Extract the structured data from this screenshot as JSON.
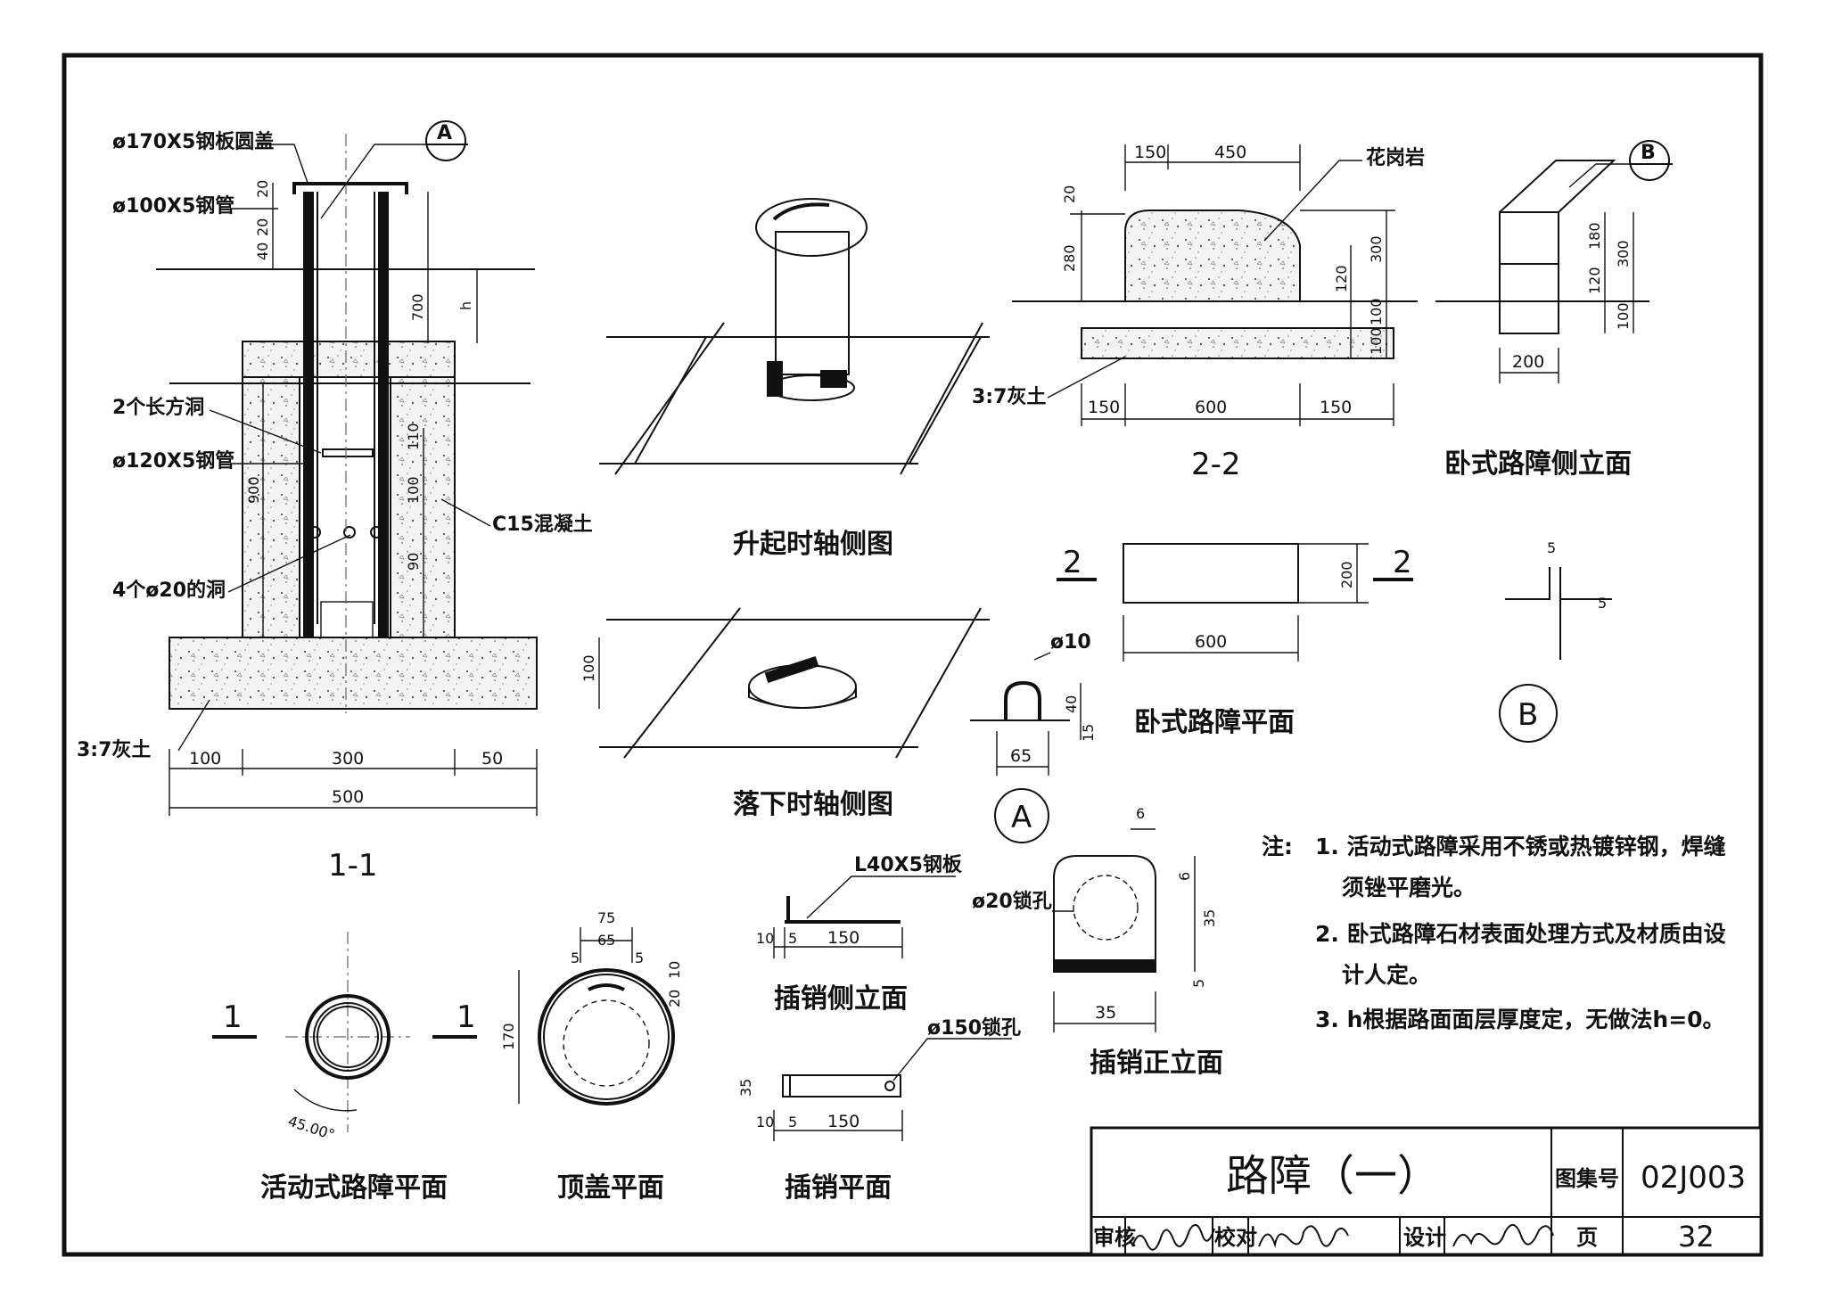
{
  "section_1_1": {
    "callouts": [
      "ø170X5钢板圆盖",
      "ø100X5钢管",
      "2个长方洞",
      "ø120X5钢管",
      "4个ø20的洞",
      "C15混凝土",
      "3:7灰土"
    ],
    "dims_vertical": [
      "20",
      "20",
      "40",
      "700",
      "h",
      "900",
      "110",
      "100",
      "90",
      "100"
    ],
    "dims_horizontal": [
      "100",
      "300",
      "50",
      "500"
    ],
    "detail_ref": "A",
    "caption": "1-1"
  },
  "iso_views": {
    "raised_caption": "升起时轴侧图",
    "lowered_caption": "落下时轴侧图"
  },
  "section_2_2": {
    "callouts": [
      "花岗岩",
      "3:7灰土"
    ],
    "dims_top": [
      "150",
      "450"
    ],
    "dims_left": [
      "20",
      "280"
    ],
    "dims_right": [
      "120",
      "300",
      "100",
      "100"
    ],
    "dims_bottom": [
      "150",
      "600",
      "150"
    ],
    "caption": "2-2"
  },
  "side_elevation": {
    "detail_ref": "B",
    "dims": [
      "180",
      "300",
      "120",
      "100"
    ],
    "width": "200",
    "caption": "卧式路障侧立面"
  },
  "plan_view": {
    "section_mark": "2",
    "depth": "200",
    "width": "600",
    "caption": "卧式路障平面"
  },
  "detail_a": {
    "label": "ø10",
    "dims_v": [
      "40",
      "15"
    ],
    "dim_h": "65",
    "ref": "A"
  },
  "detail_b": {
    "dims": [
      "5",
      "5"
    ],
    "ref": "B"
  },
  "active_plan": {
    "section_mark": "1",
    "angle": "45.00°",
    "caption": "活动式路障平面"
  },
  "top_cover": {
    "dims_top": [
      "75",
      "65",
      "5",
      "5"
    ],
    "dims_right": [
      "10",
      "20"
    ],
    "dim_left": "170",
    "caption": "顶盖平面"
  },
  "pin_side": {
    "callout": "L40X5钢板",
    "dims": [
      "10",
      "5",
      "150"
    ],
    "caption": "插销侧立面"
  },
  "pin_plan": {
    "callout": "ø150锁孔",
    "dims": [
      "10",
      "5",
      "150"
    ],
    "dim_left": "35",
    "caption": "插销平面"
  },
  "pin_front": {
    "callout": "ø20锁孔",
    "dims_right": [
      "6",
      "35",
      "5"
    ],
    "dim_top": "6",
    "width": "35",
    "caption": "插销正立面"
  },
  "notes": {
    "prefix": "注:",
    "lines": [
      "1. 活动式路障采用不锈或热镀锌钢，焊缝",
      "须锉平磨光。",
      "2. 卧式路障石材表面处理方式及材质由设",
      "计人定。",
      "3. h根据路面面层厚度定，无做法h=0。"
    ]
  },
  "title_block": {
    "title": "路障（一）",
    "atlas_label": "图集号",
    "atlas_no": "02J003",
    "review_label": "审核",
    "check_label": "校对",
    "design_label": "设计",
    "page_label": "页",
    "page_no": "32"
  }
}
